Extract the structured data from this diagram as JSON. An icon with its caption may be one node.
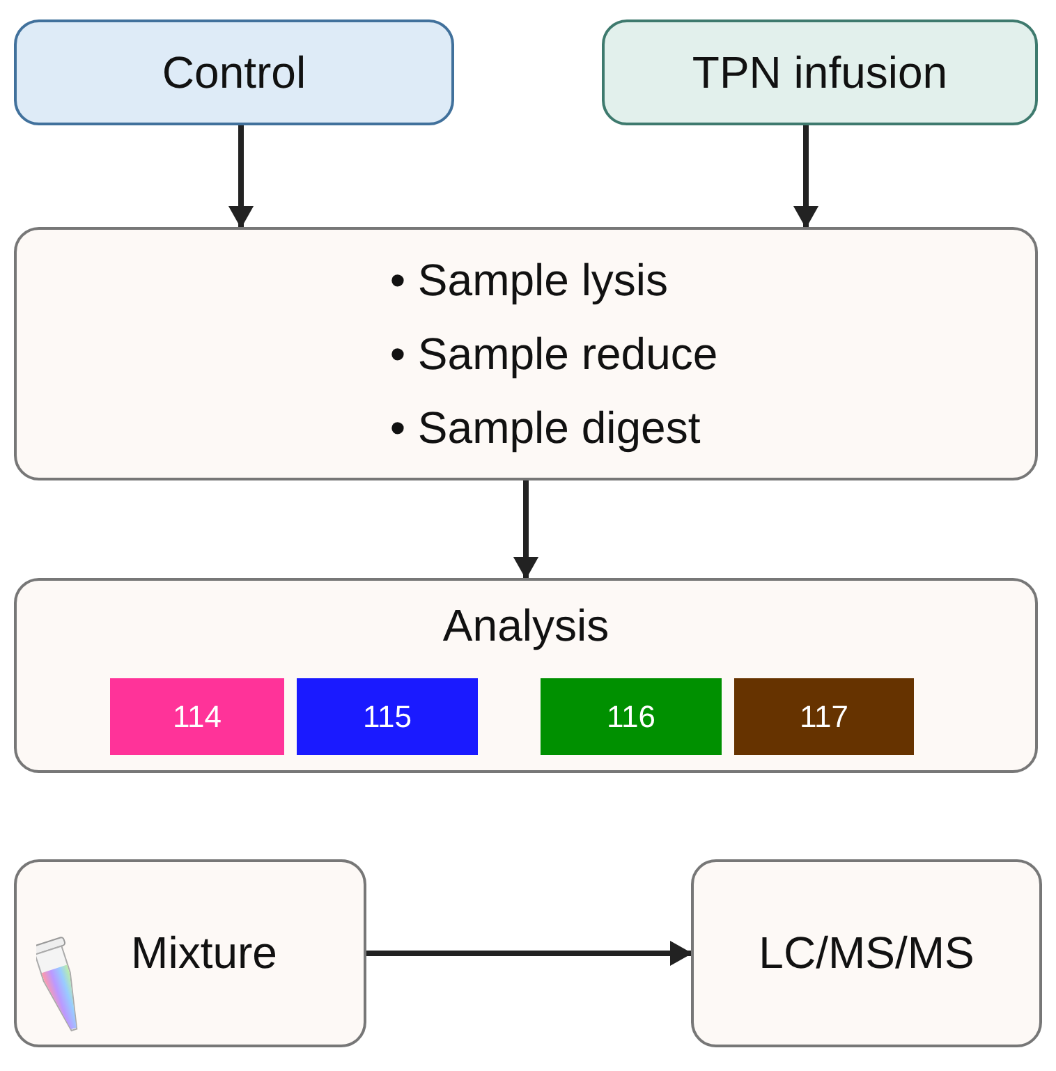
{
  "diagram": {
    "nodes": [
      {
        "text": [
          "Control"
        ]
      },
      {
        "text": [
          "TPN infusion"
        ]
      },
      {
        "text": [
          "• Sample lysis",
          "• Sample reduce",
          "• Sample digest"
        ]
      },
      {
        "text": [
          "Analysis"
        ]
      },
      {
        "text": [
          "114"
        ],
        "in": 3
      },
      {
        "text": [
          "115"
        ],
        "in": 3
      },
      {
        "text": [
          "116"
        ],
        "in": 3
      },
      {
        "text": [
          "117"
        ],
        "in": 3
      },
      {
        "text": [
          "Mixture"
        ]
      },
      {
        "text": [
          "LC/MS/MS"
        ]
      }
    ],
    "edges": [
      {
        "from": 0,
        "to": 2,
        "arrow": "to"
      },
      {
        "from": 1,
        "to": 2,
        "arrow": "to"
      },
      {
        "from": 2,
        "to": 3,
        "arrow": "to"
      },
      {
        "from": 8,
        "to": 9,
        "arrow": "to"
      }
    ]
  }
}
